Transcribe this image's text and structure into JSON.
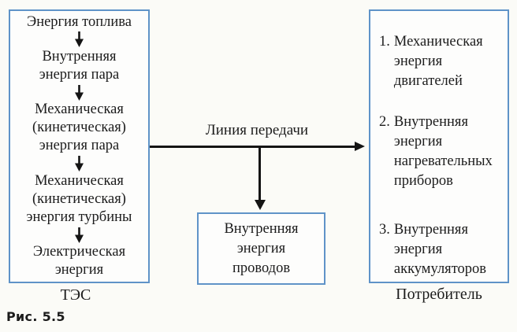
{
  "colors": {
    "page_bg": "#fbfbf7",
    "box_fill": "#fdfdfc",
    "box_border": "#5f93c8",
    "arrow": "#141414",
    "ink": "#1c1c1c"
  },
  "tes": {
    "label": "ТЭС",
    "steps": [
      "Энергия топлива",
      "Внутренняя\nэнергия пара",
      "Механическая\n(кинетическая)\nэнергия пара",
      "Механическая\n(кинетическая)\nэнергия турбины",
      "Электрическая\nэнергия"
    ]
  },
  "transmission": {
    "label": "Линия передачи"
  },
  "wires": {
    "text": "Внутренняя\nэнергия\nпроводов"
  },
  "consumer": {
    "label": "Потребитель",
    "items": [
      {
        "num": "1.",
        "text": "Механическая\nэнергия\nдвигателей"
      },
      {
        "num": "2.",
        "text": "Внутренняя\nэнергия\nнагревательных\nприборов"
      },
      {
        "num": "3.",
        "text": "Внутренняя\nэнергия\nаккумуляторов"
      }
    ]
  },
  "caption": "Рис. 5.5"
}
